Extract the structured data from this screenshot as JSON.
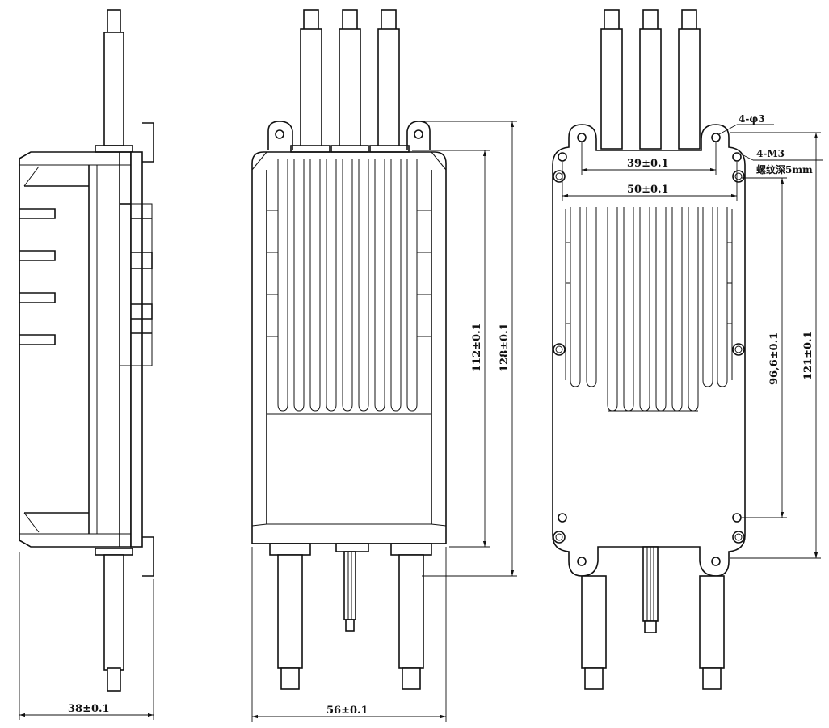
{
  "dimensions": {
    "side_width": "38±0.1",
    "front_width": "56±0.1",
    "front_body_height": "112±0.1",
    "front_total_height": "128±0.1",
    "back_outer_hole_spacing": "39±0.1",
    "back_inner_hole_spacing": "50±0.1",
    "back_hole_vertical": "96,6±0.1",
    "back_total_height": "121±0.1"
  },
  "callouts": {
    "mount_holes": "4-φ3",
    "thread_holes": "4-M3",
    "thread_depth": "螺纹深5mm"
  }
}
